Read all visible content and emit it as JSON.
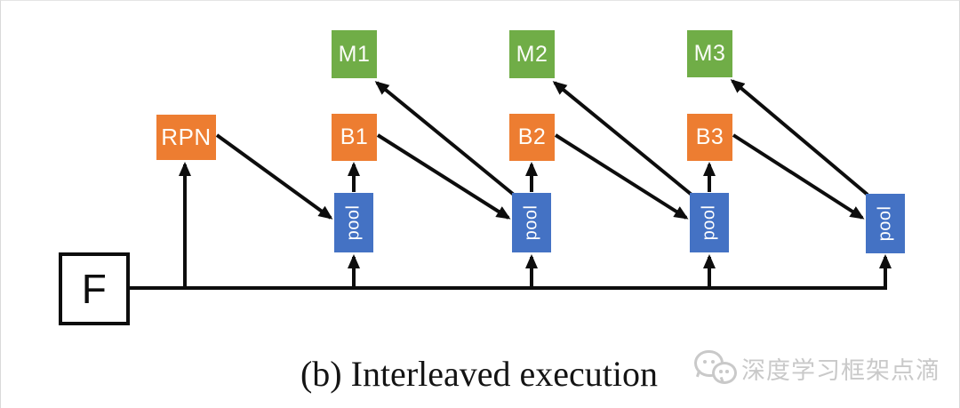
{
  "caption": {
    "text": "(b) Interleaved execution"
  },
  "watermark": {
    "text": "深度学习框架点滴",
    "icon": "wechat-logo"
  },
  "colors": {
    "green": "#70AD47",
    "orange": "#ED7D31",
    "blue": "#4472C4",
    "line": "#0d0d0d",
    "watermark": "#c9c9c9"
  },
  "nodes": {
    "f": "F",
    "rpn": "RPN",
    "b1": "B1",
    "b2": "B2",
    "b3": "B3",
    "m1": "M1",
    "m2": "M2",
    "m3": "M3",
    "pool": "pool"
  }
}
